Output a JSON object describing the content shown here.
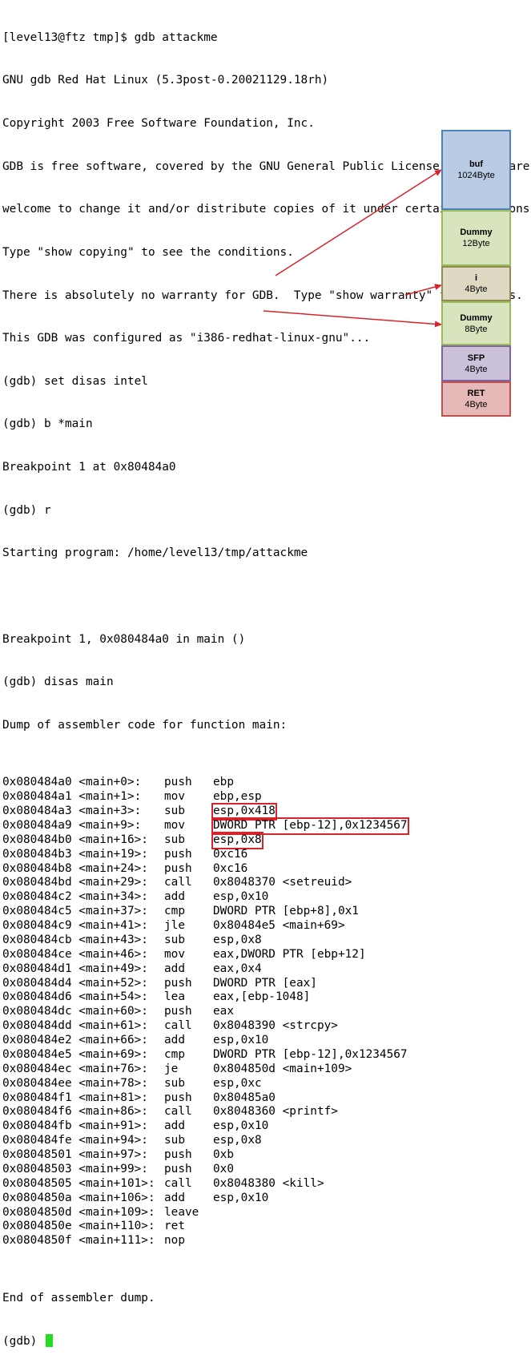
{
  "terminal": {
    "lines": [
      "[level13@ftz tmp]$ gdb attackme",
      "GNU gdb Red Hat Linux (5.3post-0.20021129.18rh)",
      "Copyright 2003 Free Software Foundation, Inc.",
      "GDB is free software, covered by the GNU General Public License, and you are",
      "welcome to change it and/or distribute copies of it under certain conditions.",
      "Type \"show copying\" to see the conditions.",
      "There is absolutely no warranty for GDB.  Type \"show warranty\" for details.",
      "This GDB was configured as \"i386-redhat-linux-gnu\"...",
      "(gdb) set disas intel",
      "(gdb) b *main",
      "Breakpoint 1 at 0x80484a0",
      "(gdb) r",
      "Starting program: /home/level13/tmp/attackme",
      "",
      "Breakpoint 1, 0x080484a0 in main ()",
      "(gdb) disas main",
      "Dump of assembler code for function main:"
    ],
    "asm": [
      {
        "addr": "0x080484a0 <main+0>:",
        "mn": "push",
        "ops": "ebp"
      },
      {
        "addr": "0x080484a1 <main+1>:",
        "mn": "mov",
        "ops": "ebp,esp"
      },
      {
        "addr": "0x080484a3 <main+3>:",
        "mn": "sub",
        "ops": "esp,0x418"
      },
      {
        "addr": "0x080484a9 <main+9>:",
        "mn": "mov",
        "ops": "DWORD PTR [ebp-12],0x1234567"
      },
      {
        "addr": "0x080484b0 <main+16>:",
        "mn": "sub",
        "ops": "esp,0x8"
      },
      {
        "addr": "0x080484b3 <main+19>:",
        "mn": "push",
        "ops": "0xc16"
      },
      {
        "addr": "0x080484b8 <main+24>:",
        "mn": "push",
        "ops": "0xc16"
      },
      {
        "addr": "0x080484bd <main+29>:",
        "mn": "call",
        "ops": "0x8048370 <setreuid>"
      },
      {
        "addr": "0x080484c2 <main+34>:",
        "mn": "add",
        "ops": "esp,0x10"
      },
      {
        "addr": "0x080484c5 <main+37>:",
        "mn": "cmp",
        "ops": "DWORD PTR [ebp+8],0x1"
      },
      {
        "addr": "0x080484c9 <main+41>:",
        "mn": "jle",
        "ops": "0x80484e5 <main+69>"
      },
      {
        "addr": "0x080484cb <main+43>:",
        "mn": "sub",
        "ops": "esp,0x8"
      },
      {
        "addr": "0x080484ce <main+46>:",
        "mn": "mov",
        "ops": "eax,DWORD PTR [ebp+12]"
      },
      {
        "addr": "0x080484d1 <main+49>:",
        "mn": "add",
        "ops": "eax,0x4"
      },
      {
        "addr": "0x080484d4 <main+52>:",
        "mn": "push",
        "ops": "DWORD PTR [eax]"
      },
      {
        "addr": "0x080484d6 <main+54>:",
        "mn": "lea",
        "ops": "eax,[ebp-1048]"
      },
      {
        "addr": "0x080484dc <main+60>:",
        "mn": "push",
        "ops": "eax"
      },
      {
        "addr": "0x080484dd <main+61>:",
        "mn": "call",
        "ops": "0x8048390 <strcpy>"
      },
      {
        "addr": "0x080484e2 <main+66>:",
        "mn": "add",
        "ops": "esp,0x10"
      },
      {
        "addr": "0x080484e5 <main+69>:",
        "mn": "cmp",
        "ops": "DWORD PTR [ebp-12],0x1234567"
      },
      {
        "addr": "0x080484ec <main+76>:",
        "mn": "je",
        "ops": "0x804850d <main+109>"
      },
      {
        "addr": "0x080484ee <main+78>:",
        "mn": "sub",
        "ops": "esp,0xc"
      },
      {
        "addr": "0x080484f1 <main+81>:",
        "mn": "push",
        "ops": "0x80485a0"
      },
      {
        "addr": "0x080484f6 <main+86>:",
        "mn": "call",
        "ops": "0x8048360 <printf>"
      },
      {
        "addr": "0x080484fb <main+91>:",
        "mn": "add",
        "ops": "esp,0x10"
      },
      {
        "addr": "0x080484fe <main+94>:",
        "mn": "sub",
        "ops": "esp,0x8"
      },
      {
        "addr": "0x08048501 <main+97>:",
        "mn": "push",
        "ops": "0xb"
      },
      {
        "addr": "0x08048503 <main+99>:",
        "mn": "push",
        "ops": "0x0"
      },
      {
        "addr": "0x08048505 <main+101>:",
        "mn": "call",
        "ops": "0x8048380 <kill>"
      },
      {
        "addr": "0x0804850a <main+106>:",
        "mn": "add",
        "ops": "esp,0x10"
      },
      {
        "addr": "0x0804850d <main+109>:",
        "mn": "leave",
        "ops": ""
      },
      {
        "addr": "0x0804850e <main+110>:",
        "mn": "ret",
        "ops": ""
      },
      {
        "addr": "0x0804850f <main+111>:",
        "mn": "nop",
        "ops": ""
      }
    ],
    "end_line": "End of assembler dump.",
    "prompt": "(gdb) ",
    "cursor_color": "#22dd22"
  },
  "stack": [
    {
      "name": "buf",
      "size": "1024Byte",
      "fill": "#b9cce4",
      "border": "#4f81bd"
    },
    {
      "name": "Dummy",
      "size": "12Byte",
      "fill": "#d7e4bd",
      "border": "#9bbb59"
    },
    {
      "name": "i",
      "size": "4Byte",
      "fill": "#ddd9c3",
      "border": "#938953"
    },
    {
      "name": "Dummy",
      "size": "8Byte",
      "fill": "#d7e4bd",
      "border": "#9bbb59"
    },
    {
      "name": "SFP",
      "size": "4Byte",
      "fill": "#ccc1da",
      "border": "#8064a2"
    },
    {
      "name": "RET",
      "size": "4Byte",
      "fill": "#e6b9b8",
      "border": "#c0504d"
    }
  ],
  "highlight_color": "#d9232b"
}
